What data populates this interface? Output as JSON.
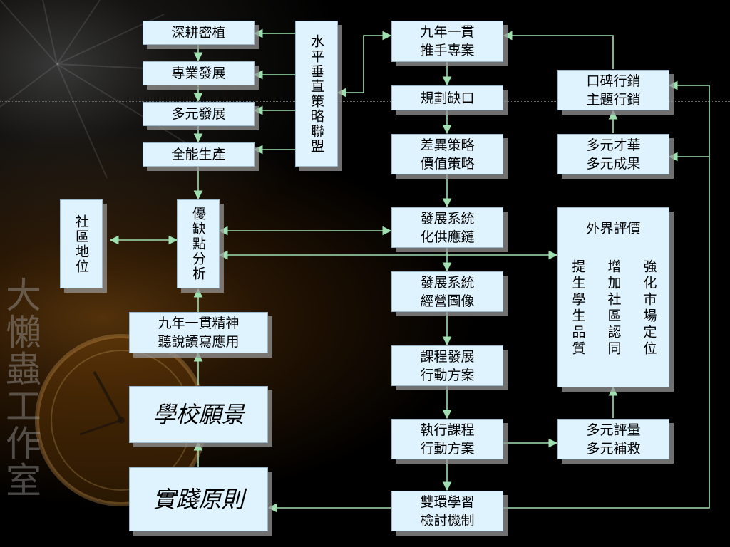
{
  "watermark": "大懶蟲工作室",
  "colors": {
    "box_fill": "#dff3ff",
    "connector": "#9fdfb0",
    "background": "#000000"
  },
  "boxes": {
    "deep_cultivation": "深耕密植",
    "professional_development": "專業發展",
    "diverse_development": "多元發展",
    "full_production": "全能生產",
    "strategic_alliance": "水平垂直策略聯盟",
    "community_position": "社區地位",
    "swot_analysis": "優缺點分析",
    "nine_year_spirit": "九年一貫精神\n聽說讀寫應用",
    "school_vision": "學校願景",
    "practice_principle": "實踐原則",
    "nine_year_project": "九年一貫\n推手專案",
    "plan_gap": "規劃缺口",
    "diff_strategy": "差異策略\n價值策略",
    "supply_chain": "發展系統\n化供應鏈",
    "operating_image": "發展系統\n經營圖像",
    "curriculum_plan": "課程發展\n行動方案",
    "execute_plan": "執行課程\n行動方案",
    "review_mechanism": "雙環學習\n檢討機制",
    "word_of_mouth": "口碑行銷\n主題行銷",
    "diverse_talent": "多元才華\n多元成果",
    "external_eval_title": "外界評價",
    "external_eval_cols": [
      "提生學生品質",
      "增加社區認同",
      "強化市場定位"
    ],
    "diverse_assessment": "多元評量\n多元補救"
  }
}
